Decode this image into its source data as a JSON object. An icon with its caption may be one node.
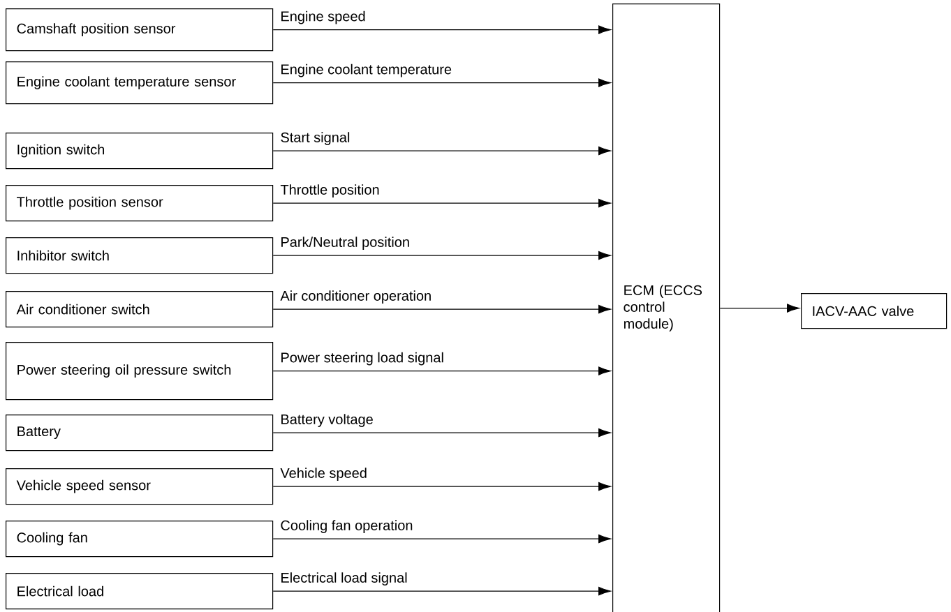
{
  "diagram": {
    "nodes": [
      {
        "text": [
          "Camshaft position sensor"
        ]
      },
      {
        "text": [
          "Engine coolant temperature sensor"
        ]
      },
      {
        "text": [
          "Ignition switch"
        ]
      },
      {
        "text": [
          "Throttle position sensor"
        ]
      },
      {
        "text": [
          "Inhibitor switch"
        ]
      },
      {
        "text": [
          "Air conditioner switch"
        ]
      },
      {
        "text": [
          "Power steering oil pressure switch"
        ]
      },
      {
        "text": [
          "Battery"
        ]
      },
      {
        "text": [
          "Vehicle speed sensor"
        ]
      },
      {
        "text": [
          "Cooling fan"
        ]
      },
      {
        "text": [
          "Electrical load"
        ]
      },
      {
        "text": [
          "ECM (ECCS control module)"
        ]
      },
      {
        "text": [
          "IACV-AAC valve"
        ]
      }
    ],
    "edges": [
      {
        "from": 0,
        "to": 11,
        "arrow": "to",
        "label": "Engine speed"
      },
      {
        "from": 1,
        "to": 11,
        "arrow": "to",
        "label": "Engine coolant temperature"
      },
      {
        "from": 2,
        "to": 11,
        "arrow": "to",
        "label": "Start signal"
      },
      {
        "from": 3,
        "to": 11,
        "arrow": "to",
        "label": "Throttle position"
      },
      {
        "from": 4,
        "to": 11,
        "arrow": "to",
        "label": "Park/Neutral position"
      },
      {
        "from": 5,
        "to": 11,
        "arrow": "to",
        "label": "Air conditioner operation"
      },
      {
        "from": 6,
        "to": 11,
        "arrow": "to",
        "label": "Power steering load signal"
      },
      {
        "from": 7,
        "to": 11,
        "arrow": "to",
        "label": "Battery voltage"
      },
      {
        "from": 8,
        "to": 11,
        "arrow": "to",
        "label": "Vehicle speed"
      },
      {
        "from": 9,
        "to": 11,
        "arrow": "to",
        "label": "Cooling fan operation"
      },
      {
        "from": 10,
        "to": 11,
        "arrow": "to",
        "label": "Electrical load signal"
      },
      {
        "from": 11,
        "to": 12,
        "arrow": "to"
      }
    ]
  }
}
